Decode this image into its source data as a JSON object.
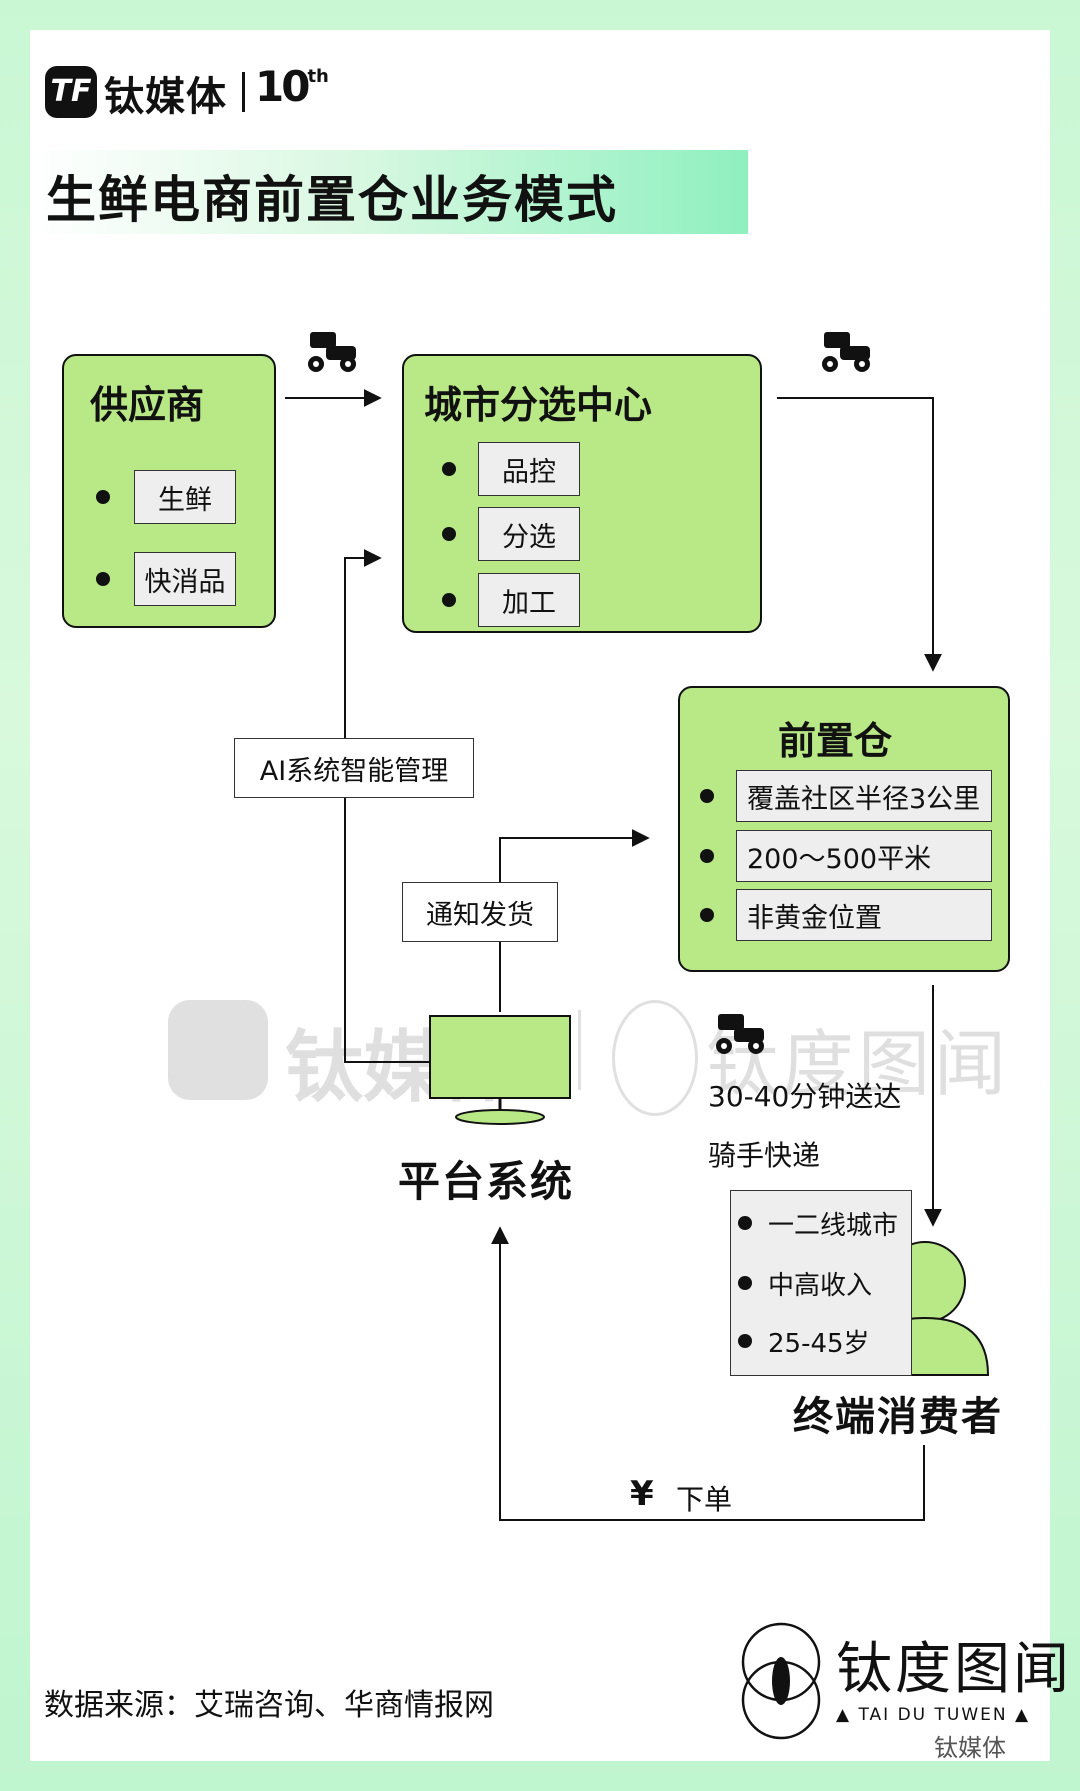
{
  "header": {
    "brand": "钛媒体",
    "anniversary_num": "10",
    "anniversary_suffix": "th",
    "title": "生鲜电商前置仓业务模式"
  },
  "supplier": {
    "title": "供应商",
    "items": [
      "生鲜",
      "快消品"
    ]
  },
  "sorting_center": {
    "title": "城市分选中心",
    "items": [
      "品控",
      "分选",
      "加工"
    ]
  },
  "front_warehouse": {
    "title": "前置仓",
    "items": [
      "覆盖社区半径3公里",
      "200～500平米",
      "非黄金位置"
    ]
  },
  "platform": {
    "title": "平台系统",
    "ai_label": "AI系统智能管理",
    "notify_label": "通知发货"
  },
  "delivery": {
    "time": "30-40分钟送达",
    "courier": "骑手快递"
  },
  "consumer": {
    "title": "终端消费者",
    "traits": [
      "一二线城市",
      "中高收入",
      "25-45岁"
    ]
  },
  "order": {
    "currency": "¥",
    "label": "下单"
  },
  "footer": {
    "source": "数据来源：艾瑞咨询、华商情报网",
    "brand": "钛度图闻",
    "brand_sub": "▲ TAI DU TUWEN ▲",
    "wechat": "钛媒体"
  },
  "colors": {
    "box_green": "#b8e986",
    "chip_grey": "#eeeeee",
    "background_mint": "#c9f7d4"
  }
}
